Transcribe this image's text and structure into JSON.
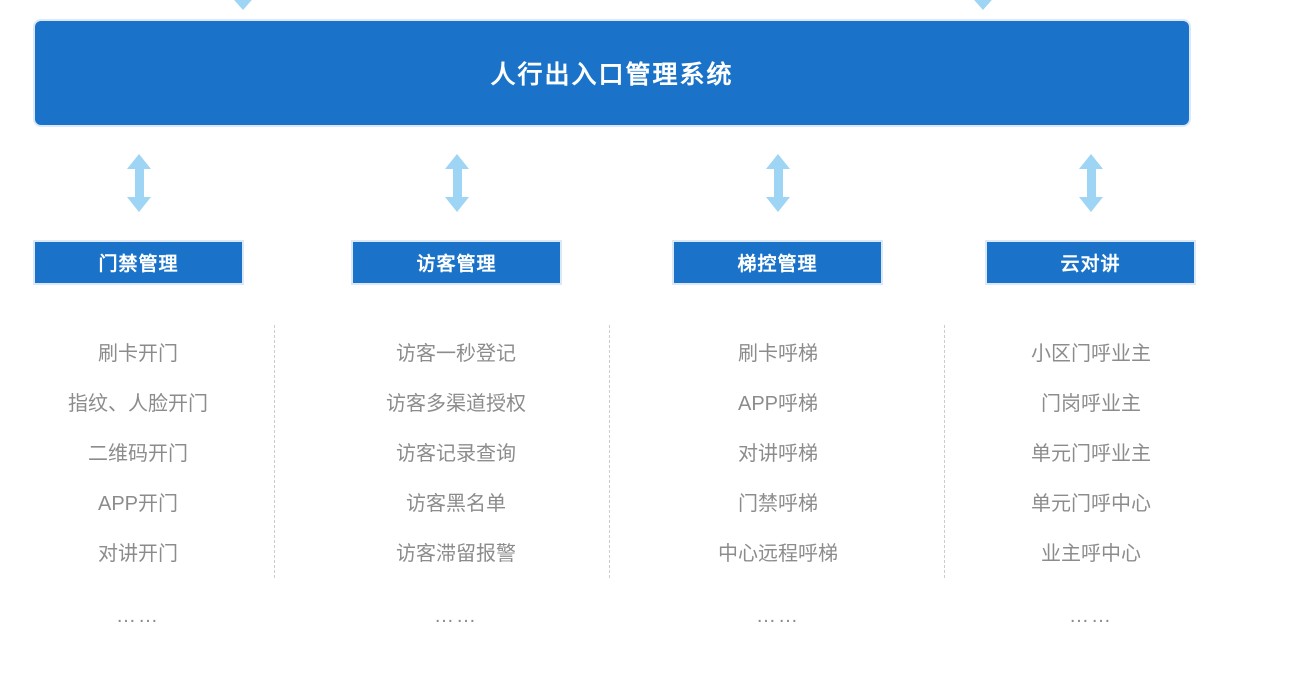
{
  "diagram": {
    "title": "人行出入口管理系统",
    "categories": [
      {
        "label": "门禁管理",
        "features": [
          "刷卡开门",
          "指纹、人脸开门",
          "二维码开门",
          "APP开门",
          "对讲开门"
        ],
        "ellipsis": "……"
      },
      {
        "label": "访客管理",
        "features": [
          "访客一秒登记",
          "访客多渠道授权",
          "访客记录查询",
          "访客黑名单",
          "访客滞留报警"
        ],
        "ellipsis": "……"
      },
      {
        "label": "梯控管理",
        "features": [
          "刷卡呼梯",
          "APP呼梯",
          "对讲呼梯",
          "门禁呼梯",
          "中心远程呼梯"
        ],
        "ellipsis": "……"
      },
      {
        "label": "云对讲",
        "features": [
          "小区门呼业主",
          "门岗呼业主",
          "单元门呼业主",
          "单元门呼中心",
          "业主呼中心"
        ],
        "ellipsis": "……"
      }
    ],
    "colors": {
      "primary_blue": "#1a73c8",
      "arrow_blue": "#9ed4f4",
      "text_gray": "#8c8c8c",
      "divider_gray": "#cccccc"
    }
  }
}
